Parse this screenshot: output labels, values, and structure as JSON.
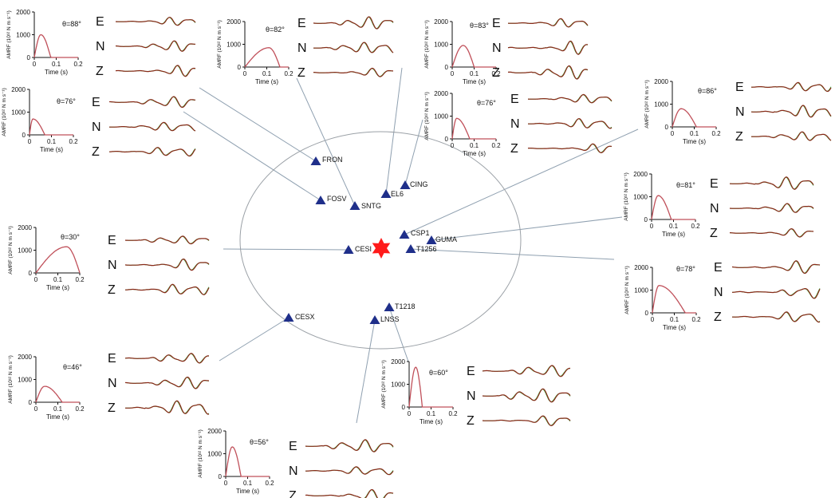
{
  "colors": {
    "station": "#1f2f8a",
    "epicenter": "#ff1a1a",
    "stf_curve": "#c0505a",
    "observed": "#8a2a1a",
    "synthetic": "#3fa63f",
    "link": "#8fa0b0"
  },
  "labels": {
    "ylabel": "AMRF (10¹² N m s⁻¹)",
    "xlabel": "Time (s)",
    "yticks": [
      "0",
      "1000",
      "2000"
    ],
    "xticks": [
      "0",
      "0.1",
      "0.2"
    ],
    "components": [
      "E",
      "N",
      "Z"
    ]
  },
  "stations": [
    {
      "code": "FRON"
    },
    {
      "code": "FOSV"
    },
    {
      "code": "SNTG"
    },
    {
      "code": "EL6"
    },
    {
      "code": "CING"
    },
    {
      "code": "CSP1"
    },
    {
      "code": "GUMA"
    },
    {
      "code": "T1256"
    },
    {
      "code": "CESI"
    },
    {
      "code": "CESX"
    },
    {
      "code": "T1218"
    },
    {
      "code": "LNSS"
    }
  ],
  "panels": [
    {
      "theta": "θ=88°",
      "peak": 1000,
      "peak_time": 0.03,
      "duration": 0.075
    },
    {
      "theta": "θ=82°",
      "peak": 850,
      "peak_time": 0.11,
      "duration": 0.16
    },
    {
      "theta": "θ=83°",
      "peak": 950,
      "peak_time": 0.05,
      "duration": 0.1
    },
    {
      "theta": "θ=76°",
      "peak": 700,
      "peak_time": 0.015,
      "duration": 0.07
    },
    {
      "theta": "θ=76°",
      "peak": 900,
      "peak_time": 0.02,
      "duration": 0.08
    },
    {
      "theta": "θ=86°",
      "peak": 800,
      "peak_time": 0.04,
      "duration": 0.11
    },
    {
      "theta": "θ=30°",
      "peak": 1150,
      "peak_time": 0.14,
      "duration": 0.2
    },
    {
      "theta": "θ=81°",
      "peak": 1050,
      "peak_time": 0.03,
      "duration": 0.09
    },
    {
      "theta": "θ=78°",
      "peak": 1200,
      "peak_time": 0.03,
      "duration": 0.15
    },
    {
      "theta": "θ=46°",
      "peak": 700,
      "peak_time": 0.04,
      "duration": 0.12
    },
    {
      "theta": "θ=60°",
      "peak": 1750,
      "peak_time": 0.03,
      "duration": 0.06
    },
    {
      "theta": "θ=56°",
      "peak": 1300,
      "peak_time": 0.03,
      "duration": 0.07
    }
  ]
}
